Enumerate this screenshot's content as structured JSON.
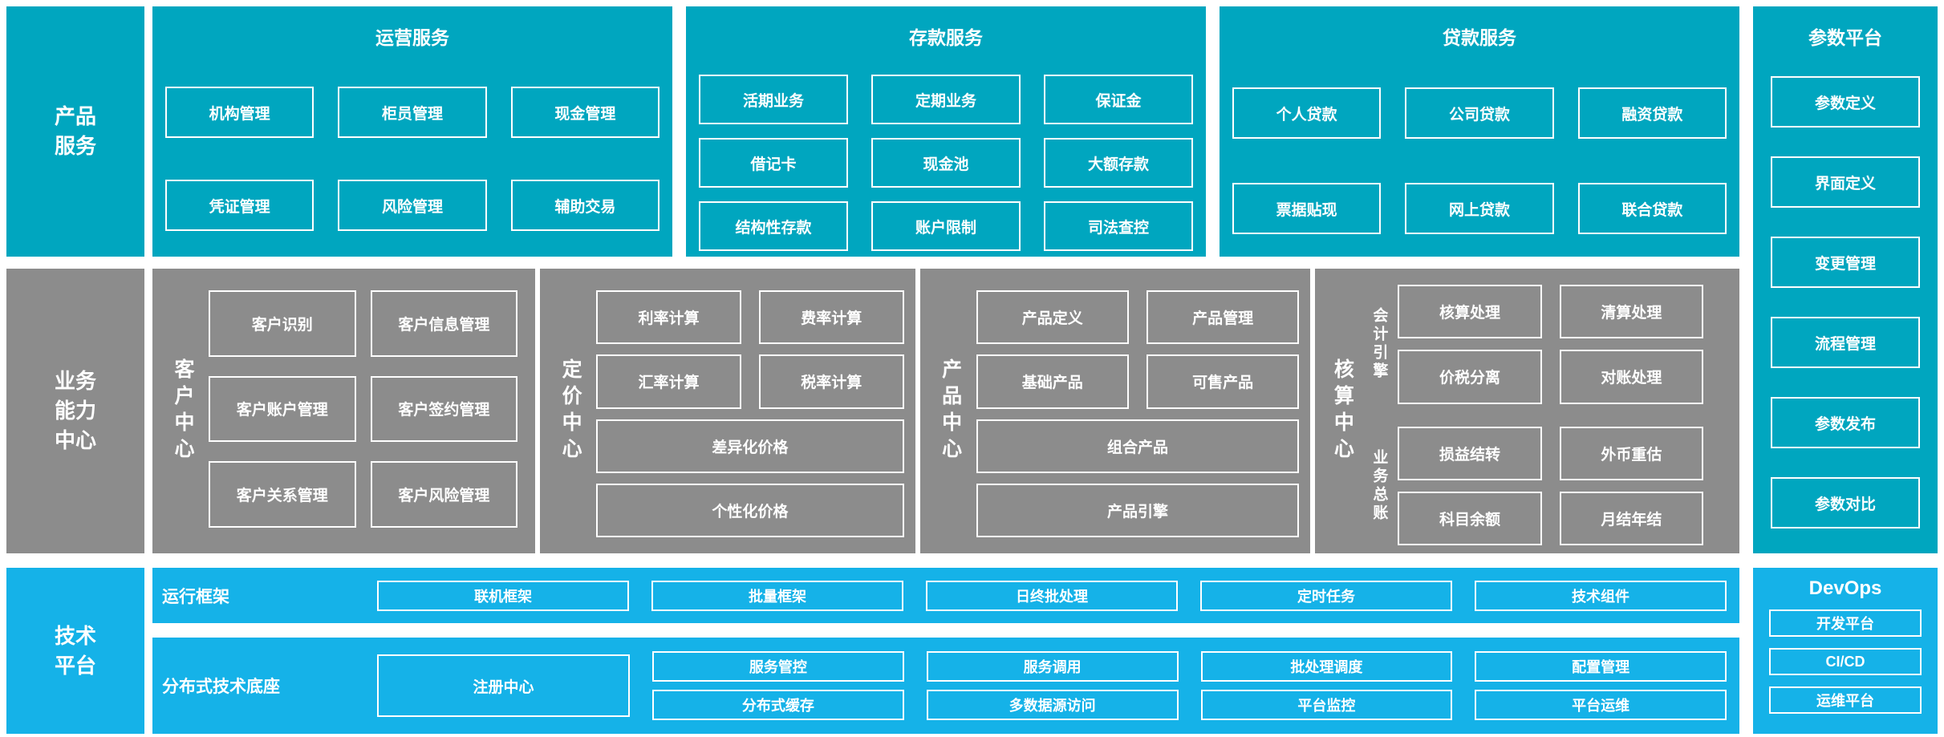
{
  "colors": {
    "teal": "#00a6bf",
    "gray": "#8c8c8c",
    "blue": "#15b2e8",
    "white": "#ffffff",
    "page_bg": "#ffffff"
  },
  "rails": {
    "product": "产品服务",
    "capability": "业务能力中心",
    "tech": "技术平台"
  },
  "top_blocks": [
    {
      "title": "运营服务",
      "items": [
        "机构管理",
        "柜员管理",
        "现金管理",
        "凭证管理",
        "风险管理",
        "辅助交易"
      ]
    },
    {
      "title": "存款服务",
      "items": [
        "活期业务",
        "定期业务",
        "保证金",
        "借记卡",
        "现金池",
        "大额存款",
        "结构性存款",
        "账户限制",
        "司法查控"
      ]
    },
    {
      "title": "贷款服务",
      "items": [
        "个人贷款",
        "公司贷款",
        "融资贷款",
        "票据贴现",
        "网上贷款",
        "联合贷款"
      ]
    }
  ],
  "param_platform": {
    "title": "参数平台",
    "items": [
      "参数定义",
      "界面定义",
      "变更管理",
      "流程管理",
      "参数发布",
      "参数对比"
    ]
  },
  "centers": [
    {
      "label": "客户中心",
      "items": [
        "客户识别",
        "客户信息管理",
        "客户账户管理",
        "客户签约管理",
        "客户关系管理",
        "客户风险管理"
      ]
    },
    {
      "label": "定价中心",
      "pair_items": [
        "利率计算",
        "费率计算",
        "汇率计算",
        "税率计算"
      ],
      "wide_items": [
        "差异化价格",
        "个性化价格"
      ]
    },
    {
      "label": "产品中心",
      "pair_items": [
        "产品定义",
        "产品管理",
        "基础产品",
        "可售产品"
      ],
      "wide_items": [
        "组合产品",
        "产品引擎"
      ]
    },
    {
      "label": "核算中心",
      "groups": [
        {
          "label": "会计引擎",
          "items": [
            "核算处理",
            "清算处理",
            "价税分离",
            "对账处理"
          ]
        },
        {
          "label": "业务总账",
          "items": [
            "损益结转",
            "外币重估",
            "科目余额",
            "月结年结"
          ]
        }
      ]
    }
  ],
  "tech_rows": [
    {
      "label": "运行框架",
      "items": [
        "联机框架",
        "批量框架",
        "日终批处理",
        "定时任务",
        "技术组件"
      ]
    },
    {
      "label": "分布式技术底座",
      "registry": "注册中心",
      "columns": [
        [
          "服务管控",
          "分布式缓存"
        ],
        [
          "服务调用",
          "多数据源访问"
        ],
        [
          "批处理调度",
          "平台监控"
        ],
        [
          "配置管理",
          "平台运维"
        ]
      ]
    }
  ],
  "devops": {
    "title": "DevOps",
    "items": [
      "开发平台",
      "CI/CD",
      "运维平台"
    ]
  }
}
